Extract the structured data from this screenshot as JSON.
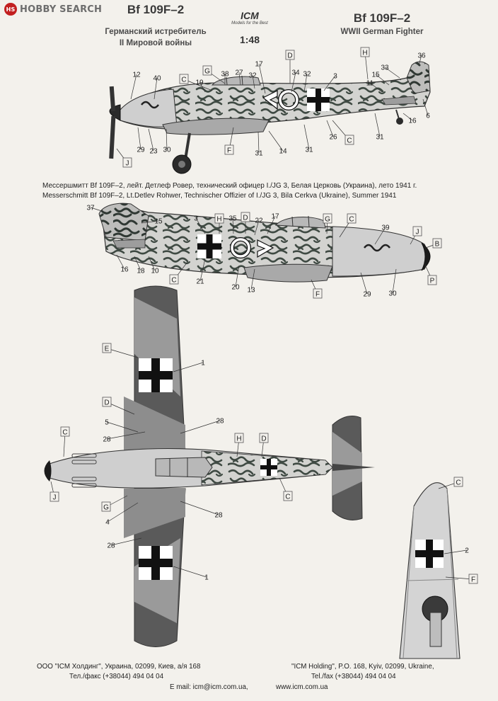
{
  "watermark": {
    "logo": "HS",
    "text": "HOBBY SEARCH"
  },
  "header": {
    "model_ru": "Bf 109F–2",
    "subtitle_ru_1": "Германский истребитель",
    "subtitle_ru_2": "II Мировой войны",
    "brand": "ICM",
    "brand_motto": "Models for the Best",
    "scale": "1:48",
    "model_en": "Bf 109F–2",
    "subtitle_en": "WWII German Fighter"
  },
  "caption": {
    "ru": "Мессершмитт Bf 109F–2, лейт. Детлеф Ровер, технический офицер I./JG 3, Белая Церковь (Украина), лето 1941 г.",
    "en": "Messerschmitt Bf 109F–2, Lt.Detlev Rohwer, Technischer Offizier of I./JG 3, Bila Cerkva (Ukraine), Summer 1941"
  },
  "views": {
    "left_side": {
      "boxed": [
        {
          "id": "c",
          "t": "C"
        },
        {
          "id": "g",
          "t": "G"
        },
        {
          "id": "d",
          "t": "D"
        },
        {
          "id": "h",
          "t": "H"
        },
        {
          "id": "f",
          "t": "F"
        },
        {
          "id": "c2",
          "t": "C"
        },
        {
          "id": "j",
          "t": "J"
        }
      ],
      "numbers": [
        {
          "id": "n12",
          "t": "12"
        },
        {
          "id": "n40",
          "t": "40"
        },
        {
          "id": "n19",
          "t": "19"
        },
        {
          "id": "n38",
          "t": "38"
        },
        {
          "id": "n27",
          "t": "27"
        },
        {
          "id": "n32a",
          "t": "32"
        },
        {
          "id": "n17",
          "t": "17"
        },
        {
          "id": "n34",
          "t": "34"
        },
        {
          "id": "n32b",
          "t": "32"
        },
        {
          "id": "n3",
          "t": "3"
        },
        {
          "id": "n36",
          "t": "36"
        },
        {
          "id": "n33",
          "t": "33"
        },
        {
          "id": "n15",
          "t": "15"
        },
        {
          "id": "n11",
          "t": "11"
        },
        {
          "id": "n6",
          "t": "6"
        },
        {
          "id": "n16",
          "t": "16"
        },
        {
          "id": "n31a",
          "t": "31"
        },
        {
          "id": "n31b",
          "t": "31"
        },
        {
          "id": "n31c",
          "t": "31"
        },
        {
          "id": "n26",
          "t": "26"
        },
        {
          "id": "n14",
          "t": "14"
        },
        {
          "id": "n29",
          "t": "29"
        },
        {
          "id": "n23",
          "t": "23"
        },
        {
          "id": "n30",
          "t": "30"
        }
      ]
    },
    "right_side": {
      "boxed": [
        {
          "id": "h",
          "t": "H"
        },
        {
          "id": "d",
          "t": "D"
        },
        {
          "id": "g",
          "t": "G"
        },
        {
          "id": "c",
          "t": "C"
        },
        {
          "id": "j",
          "t": "J"
        },
        {
          "id": "b",
          "t": "B"
        },
        {
          "id": "p",
          "t": "P"
        },
        {
          "id": "c2",
          "t": "C"
        },
        {
          "id": "f",
          "t": "F"
        }
      ],
      "numbers": [
        {
          "id": "n37",
          "t": "37"
        },
        {
          "id": "n15",
          "t": "15"
        },
        {
          "id": "n3",
          "t": "3"
        },
        {
          "id": "n35",
          "t": "35"
        },
        {
          "id": "n22",
          "t": "22"
        },
        {
          "id": "n17",
          "t": "17"
        },
        {
          "id": "n39",
          "t": "39"
        },
        {
          "id": "n16",
          "t": "16"
        },
        {
          "id": "n18",
          "t": "18"
        },
        {
          "id": "n10",
          "t": "10"
        },
        {
          "id": "n21",
          "t": "21"
        },
        {
          "id": "n20",
          "t": "20"
        },
        {
          "id": "n13",
          "t": "13"
        },
        {
          "id": "n29",
          "t": "29"
        },
        {
          "id": "n30",
          "t": "30"
        }
      ]
    },
    "top": {
      "boxed": [
        {
          "id": "e",
          "t": "E"
        },
        {
          "id": "d",
          "t": "D"
        },
        {
          "id": "c",
          "t": "C"
        },
        {
          "id": "h",
          "t": "H"
        },
        {
          "id": "d2",
          "t": "D"
        },
        {
          "id": "j",
          "t": "J"
        },
        {
          "id": "g",
          "t": "G"
        },
        {
          "id": "c2",
          "t": "C"
        }
      ],
      "numbers": [
        {
          "id": "n1a",
          "t": "1"
        },
        {
          "id": "n5",
          "t": "5"
        },
        {
          "id": "n28a",
          "t": "28"
        },
        {
          "id": "n28b",
          "t": "28"
        },
        {
          "id": "n4",
          "t": "4"
        },
        {
          "id": "n28c",
          "t": "28"
        },
        {
          "id": "n28d",
          "t": "28"
        },
        {
          "id": "n1b",
          "t": "1"
        }
      ]
    },
    "wing_under": {
      "boxed": [
        {
          "id": "c",
          "t": "C"
        },
        {
          "id": "f",
          "t": "F"
        }
      ],
      "numbers": [
        {
          "id": "n2",
          "t": "2"
        }
      ]
    }
  },
  "footer": {
    "ru_1": "ООО \"ICM Холдинг\", Украина, 02099, Киев, а/я 168",
    "ru_2": "Тел./факс (+38044) 494 04 04",
    "en_1": "\"ICM Holding\", P.O. 168, Kyiv, 02099, Ukraine,",
    "en_2": "Tel./fax (+38044) 494 04 04",
    "email": "E mail: icm@icm.com.ua,",
    "web": "www.icm.com.ua"
  },
  "colors": {
    "paper": "#f3f1ec",
    "dark_grey": "#555555",
    "mid_grey": "#9b9b9b",
    "light_grey": "#d6d6d6",
    "camo_green": "#3f4a43",
    "black": "#111111",
    "white": "#ffffff"
  }
}
